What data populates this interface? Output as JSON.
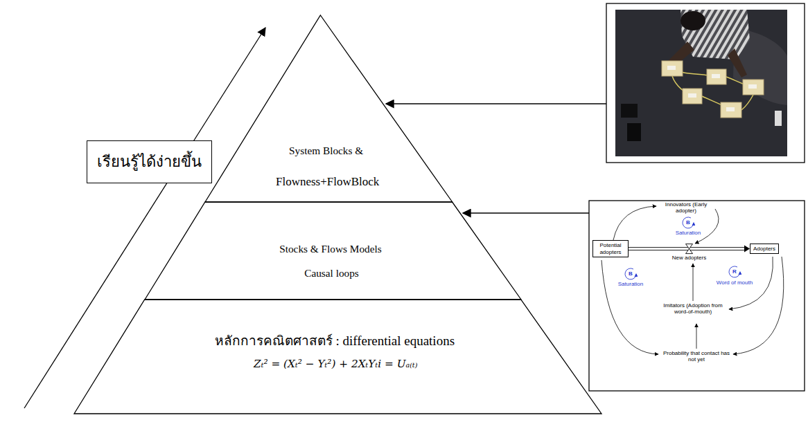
{
  "diagram": {
    "nodes": [
      {
        "text": [
          "System Blocks &",
          "Flowness+FlowBlock"
        ]
      },
      {
        "text": [
          "Stocks & Flows Models",
          "Causal loops"
        ]
      },
      {
        "text": [
          "หลักการคณิตศาสตร์ : differential equations",
          "Zₜ² = (Xₜ² − Yₜ²) + 2XₜYₜi = Uₐ₍ₜ₎"
        ]
      },
      {
        "text": [
          "เรียนรู้ได้ง่ายขึ้น"
        ]
      },
      {
        "text": [
          "Potential adopters"
        ]
      },
      {
        "text": [
          "Adopters"
        ]
      }
    ],
    "edges": [
      {
        "from": 4,
        "to": 5,
        "arrow": "to",
        "label": "New adopters"
      }
    ],
    "labels": [
      "Innovators (Early adopter)",
      "B",
      "Saturation",
      "B",
      "Saturation",
      "R",
      "Word of mouth",
      "Imitators (Adoption from word-of-mouth)",
      "Probability that contact has not yet"
    ]
  }
}
